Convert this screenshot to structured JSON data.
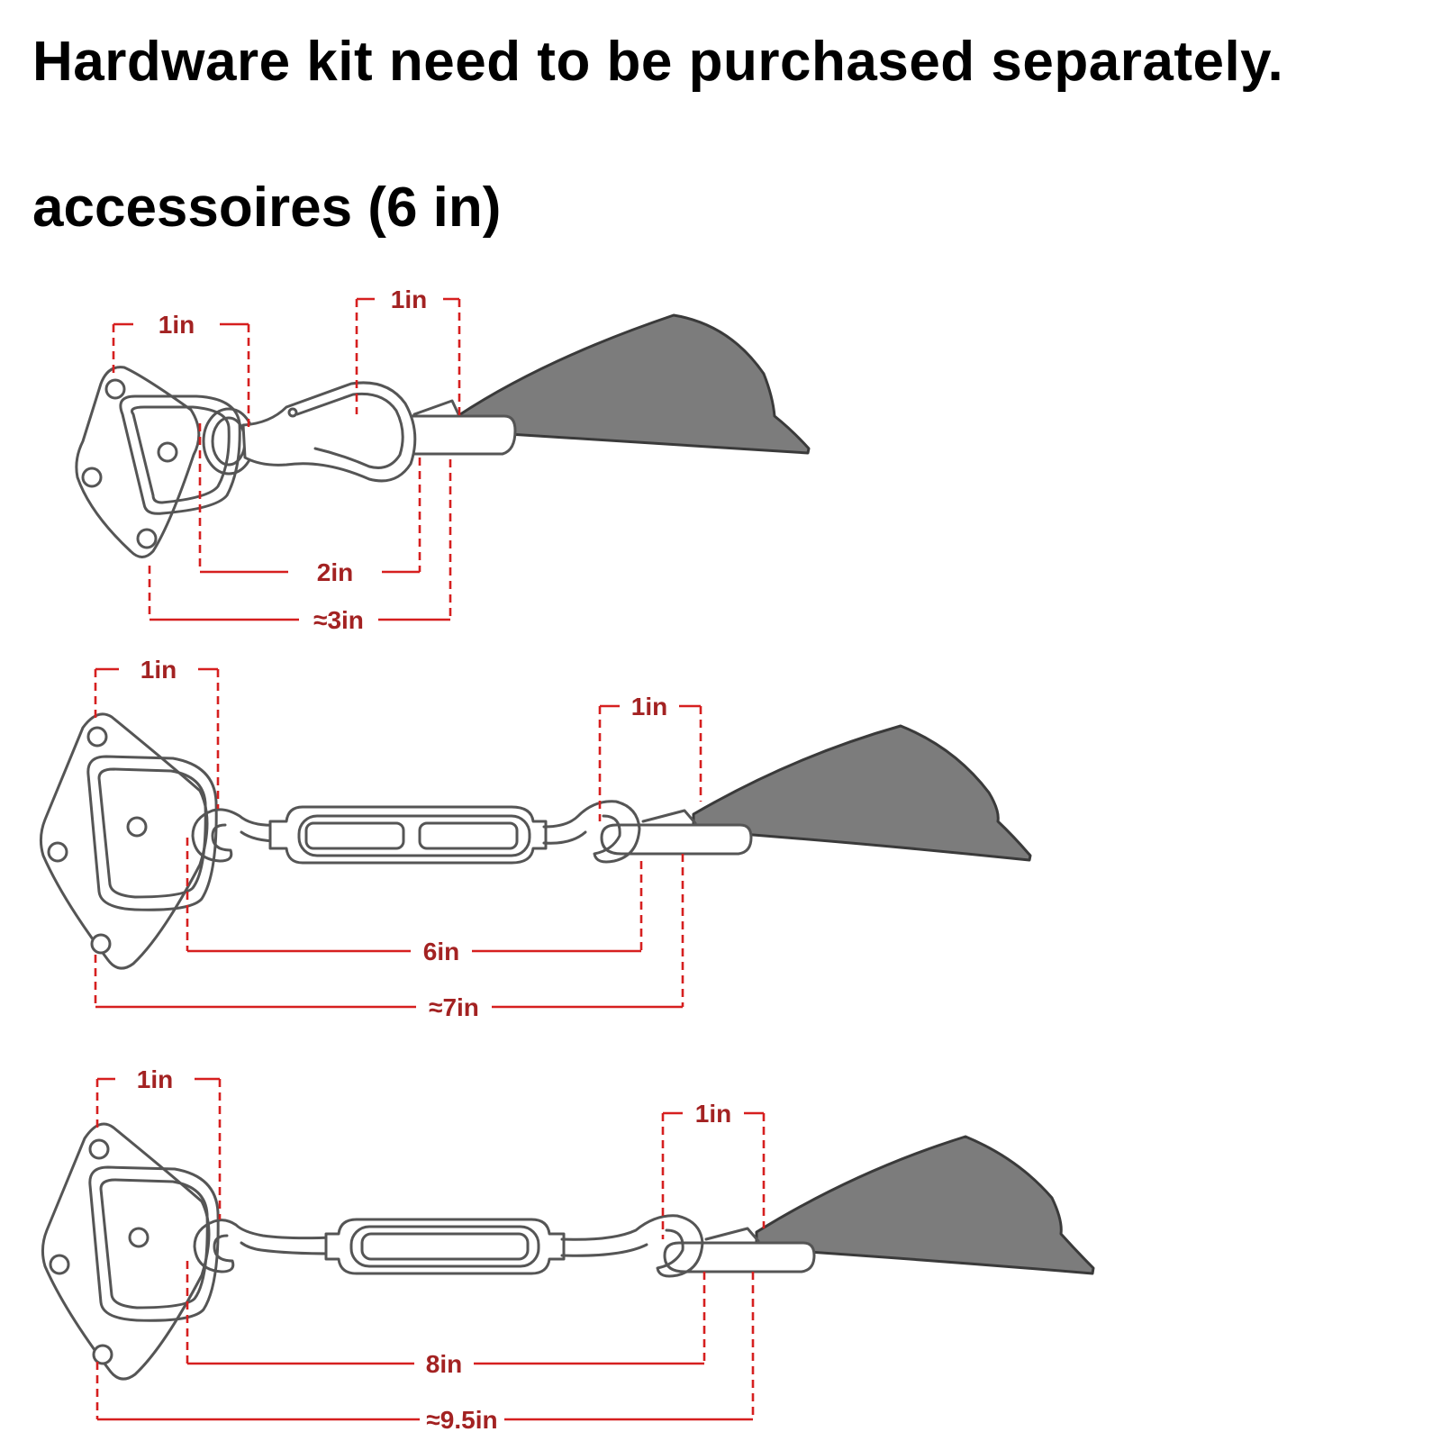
{
  "header": {
    "title": "Hardware kit need to be purchased separately.",
    "subtitle": "accessoires (6 in)"
  },
  "assemblies": [
    {
      "name": "snap-hook-assembly",
      "labels": {
        "pad_eye_width": "1in",
        "snap_hook_width": "1in",
        "inner_length": "2in",
        "overall_length": "≈3in"
      }
    },
    {
      "name": "small-turnbuckle-assembly",
      "labels": {
        "pad_eye_width": "1in",
        "end_hook_width": "1in",
        "inner_length": "6in",
        "overall_length": "≈7in"
      }
    },
    {
      "name": "large-turnbuckle-assembly",
      "labels": {
        "pad_eye_width": "1in",
        "end_hook_width": "1in",
        "inner_length": "8in",
        "overall_length": "≈9.5in"
      }
    }
  ],
  "colors": {
    "dimension_line": "#d61f1f",
    "dimension_text": "#a32222",
    "sail_fill": "#7c7c7c",
    "hardware_stroke": "#555555"
  }
}
